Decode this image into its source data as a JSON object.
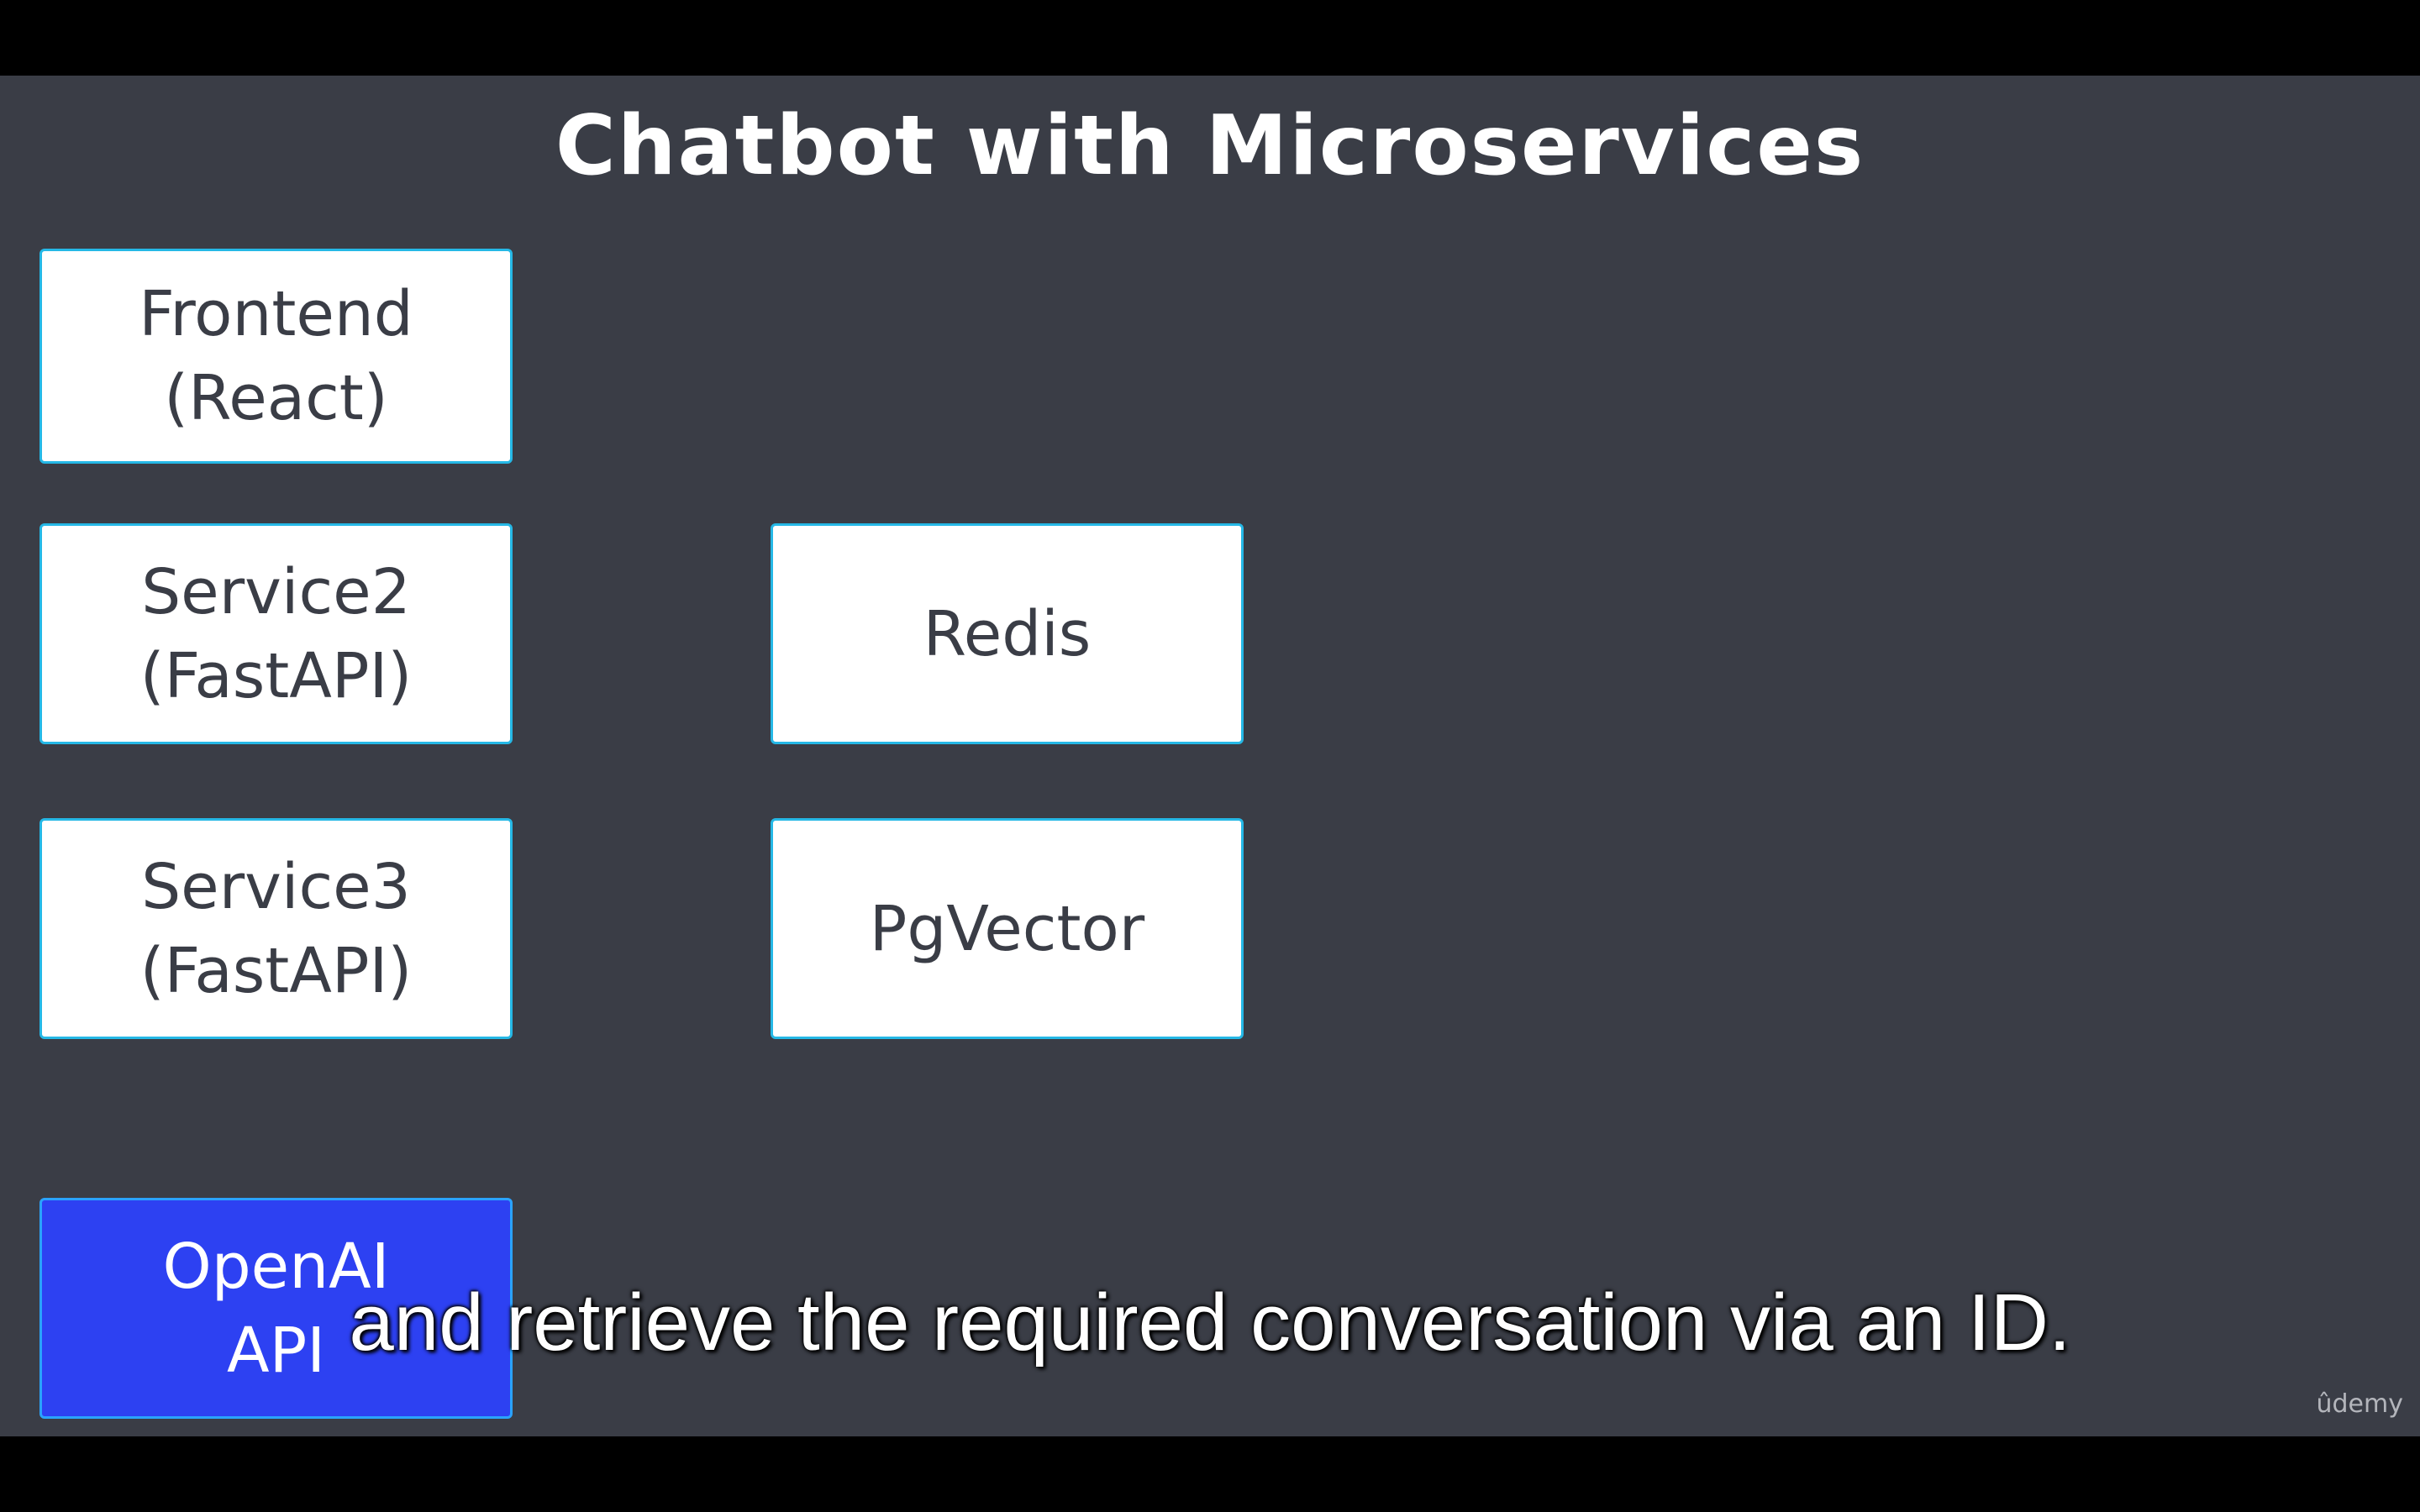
{
  "slide": {
    "title": "Chatbot with Microservices",
    "background_color": "#3a3d46"
  },
  "boxes": {
    "frontend": {
      "label": "Frontend\n(React)"
    },
    "service2": {
      "label": "Service2\n(FastAPI)"
    },
    "redis": {
      "label": "Redis"
    },
    "service3": {
      "label": "Service3\n(FastAPI)"
    },
    "pgvector": {
      "label": "PgVector"
    },
    "openai": {
      "label": "OpenAI\nAPI",
      "fill_color": "#2d41f2"
    }
  },
  "box_style": {
    "fill_color": "#ffffff",
    "border_color": "#25b8e6"
  },
  "caption": {
    "text": "and retrieve the required conversation via an ID."
  },
  "watermark": {
    "text": "ûdemy"
  }
}
